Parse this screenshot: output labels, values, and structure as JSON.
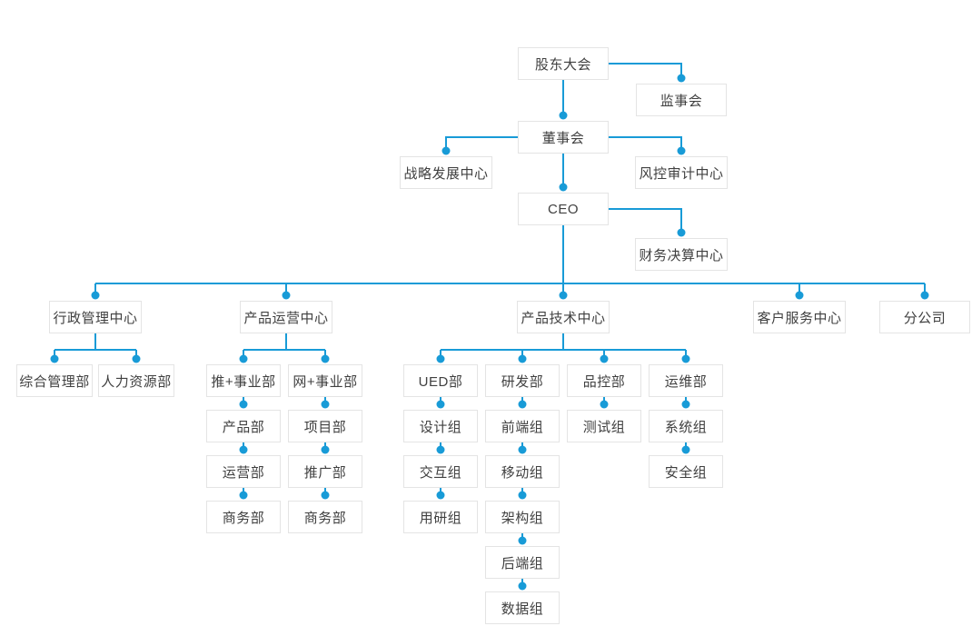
{
  "diagram": {
    "type": "org-chart",
    "colors": {
      "connector": "#189BD7",
      "node_border": "#E4E4E4",
      "node_background": "#FFFFFF",
      "node_text": "#404040",
      "background": "#FFFFFF"
    },
    "nodes": {
      "shareholders": {
        "label": "股东大会"
      },
      "supervisory": {
        "label": "监事会"
      },
      "board": {
        "label": "董事会"
      },
      "strategy": {
        "label": "战略发展中心"
      },
      "risk_audit": {
        "label": "风控审计中心"
      },
      "ceo": {
        "label": "CEO"
      },
      "finance": {
        "label": "财务决算中心"
      },
      "admin_center": {
        "label": "行政管理中心"
      },
      "ops_center": {
        "label": "产品运营中心"
      },
      "tech_center": {
        "label": "产品技术中心"
      },
      "service_center": {
        "label": "客户服务中心"
      },
      "branch_company": {
        "label": "分公司"
      },
      "general_affairs": {
        "label": "综合管理部"
      },
      "hr": {
        "label": "人力资源部"
      },
      "tui_division": {
        "label": "推+事业部"
      },
      "wang_division": {
        "label": "网+事业部"
      },
      "product_dept": {
        "label": "产品部"
      },
      "operations_dept": {
        "label": "运营部"
      },
      "business_dept_a": {
        "label": "商务部"
      },
      "project_dept": {
        "label": "项目部"
      },
      "promotion_dept": {
        "label": "推广部"
      },
      "business_dept_b": {
        "label": "商务部"
      },
      "ued_dept": {
        "label": "UED部"
      },
      "rd_dept": {
        "label": "研发部"
      },
      "qc_dept": {
        "label": "品控部"
      },
      "om_dept": {
        "label": "运维部"
      },
      "design_group": {
        "label": "设计组"
      },
      "interaction_group": {
        "label": "交互组"
      },
      "research_group": {
        "label": "用研组"
      },
      "frontend_group": {
        "label": "前端组"
      },
      "mobile_group": {
        "label": "移动组"
      },
      "architecture_group": {
        "label": "架构组"
      },
      "backend_group": {
        "label": "后端组"
      },
      "data_group": {
        "label": "数据组"
      },
      "testing_group": {
        "label": "测试组"
      },
      "system_group": {
        "label": "系统组"
      },
      "security_group": {
        "label": "安全组"
      }
    },
    "edges": [
      [
        "shareholders",
        "supervisory"
      ],
      [
        "shareholders",
        "board"
      ],
      [
        "board",
        "strategy"
      ],
      [
        "board",
        "risk_audit"
      ],
      [
        "board",
        "ceo"
      ],
      [
        "ceo",
        "finance"
      ],
      [
        "ceo",
        "admin_center"
      ],
      [
        "ceo",
        "ops_center"
      ],
      [
        "ceo",
        "tech_center"
      ],
      [
        "ceo",
        "service_center"
      ],
      [
        "ceo",
        "branch_company"
      ],
      [
        "admin_center",
        "general_affairs"
      ],
      [
        "admin_center",
        "hr"
      ],
      [
        "ops_center",
        "tui_division"
      ],
      [
        "ops_center",
        "wang_division"
      ],
      [
        "tui_division",
        "product_dept"
      ],
      [
        "product_dept",
        "operations_dept"
      ],
      [
        "operations_dept",
        "business_dept_a"
      ],
      [
        "wang_division",
        "project_dept"
      ],
      [
        "project_dept",
        "promotion_dept"
      ],
      [
        "promotion_dept",
        "business_dept_b"
      ],
      [
        "tech_center",
        "ued_dept"
      ],
      [
        "tech_center",
        "rd_dept"
      ],
      [
        "tech_center",
        "qc_dept"
      ],
      [
        "tech_center",
        "om_dept"
      ],
      [
        "ued_dept",
        "design_group"
      ],
      [
        "design_group",
        "interaction_group"
      ],
      [
        "interaction_group",
        "research_group"
      ],
      [
        "rd_dept",
        "frontend_group"
      ],
      [
        "frontend_group",
        "mobile_group"
      ],
      [
        "mobile_group",
        "architecture_group"
      ],
      [
        "architecture_group",
        "backend_group"
      ],
      [
        "backend_group",
        "data_group"
      ],
      [
        "qc_dept",
        "testing_group"
      ],
      [
        "om_dept",
        "system_group"
      ],
      [
        "system_group",
        "security_group"
      ]
    ]
  }
}
